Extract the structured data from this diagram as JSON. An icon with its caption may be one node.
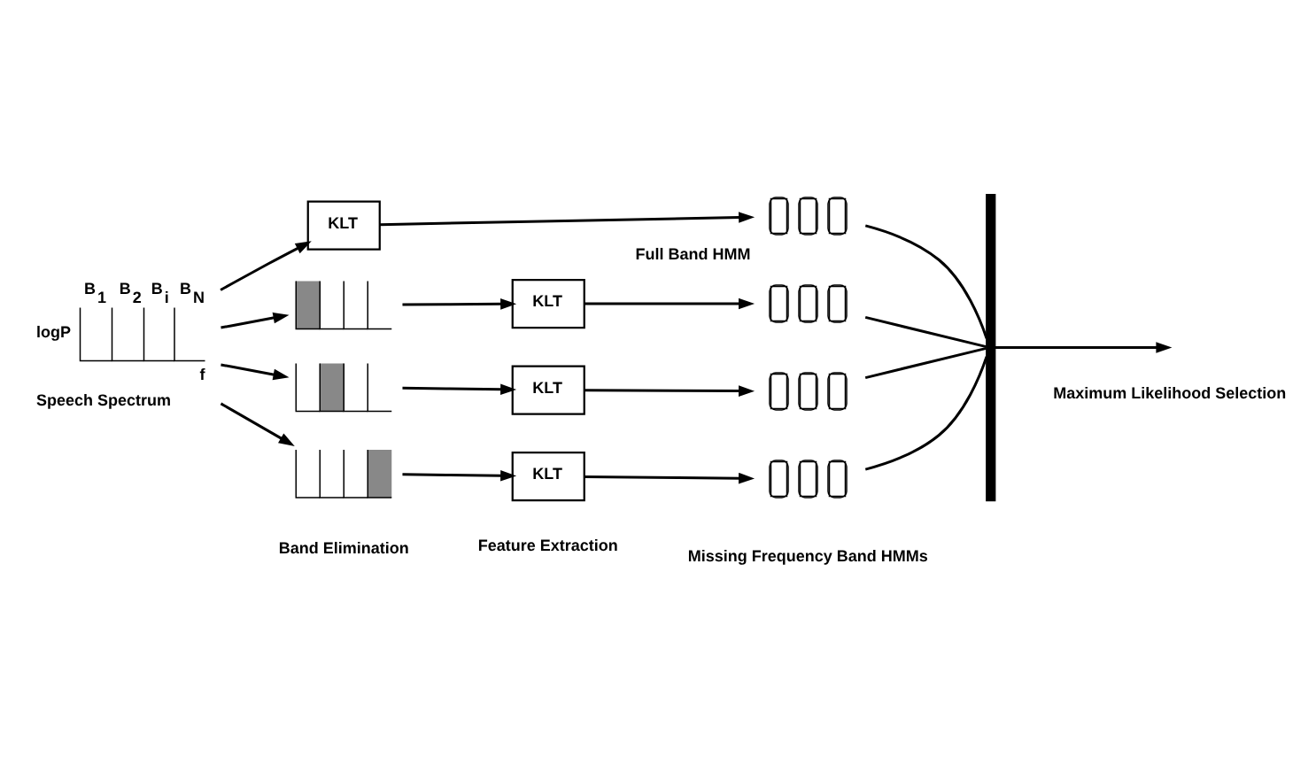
{
  "diagram": {
    "nodes": [
      {
        "text": [
          "B$_{1}$",
          "B$_{2}$",
          "B$_{i}$",
          "B$_{N}$",
          "logP",
          "f",
          "Speech Spectrum"
        ]
      },
      {
        "text": [
          "KLT"
        ]
      },
      {
        "text": [],
        "shape": "picture",
        "beside": [
          "Full Band HMM"
        ]
      },
      {
        "text": [],
        "shape": "picture"
      },
      {
        "text": [],
        "shape": "picture"
      },
      {
        "text": [],
        "shape": "picture"
      },
      {
        "text": [
          "KLT"
        ]
      },
      {
        "text": [
          "KLT"
        ]
      },
      {
        "text": [
          "KLT"
        ]
      },
      {
        "text": [],
        "shape": "picture"
      },
      {
        "text": [],
        "shape": "picture"
      },
      {
        "text": [],
        "shape": "picture"
      },
      {
        "text": [],
        "shape": "bar"
      }
    ],
    "edges": [
      {
        "from": 0,
        "to": 1,
        "arrow": "to"
      },
      {
        "from": 0,
        "to": 3,
        "arrow": "to"
      },
      {
        "from": 0,
        "to": 4,
        "arrow": "to"
      },
      {
        "from": 0,
        "to": 5,
        "arrow": "to"
      },
      {
        "from": 1,
        "to": 2,
        "arrow": "to"
      },
      {
        "from": 3,
        "to": 6,
        "arrow": "to"
      },
      {
        "from": 4,
        "to": 7,
        "arrow": "to"
      },
      {
        "from": 5,
        "to": 8,
        "arrow": "to"
      },
      {
        "from": 6,
        "to": 9,
        "arrow": "to"
      },
      {
        "from": 7,
        "to": 10,
        "arrow": "to"
      },
      {
        "from": 8,
        "to": 11,
        "arrow": "to"
      },
      {
        "from": 2,
        "to": 12,
        "arrow": "none"
      },
      {
        "from": 9,
        "to": 12,
        "arrow": "none"
      },
      {
        "from": 10,
        "to": 12,
        "arrow": "none"
      },
      {
        "from": 11,
        "to": 12,
        "arrow": "none"
      },
      {
        "from": 12,
        "to": null,
        "arrow": "to"
      }
    ],
    "labels": [
      "Band Elimination",
      "Feature Extraction",
      "Missing Frequency Band HMMs",
      "Maximum Likelihood Selection"
    ]
  }
}
